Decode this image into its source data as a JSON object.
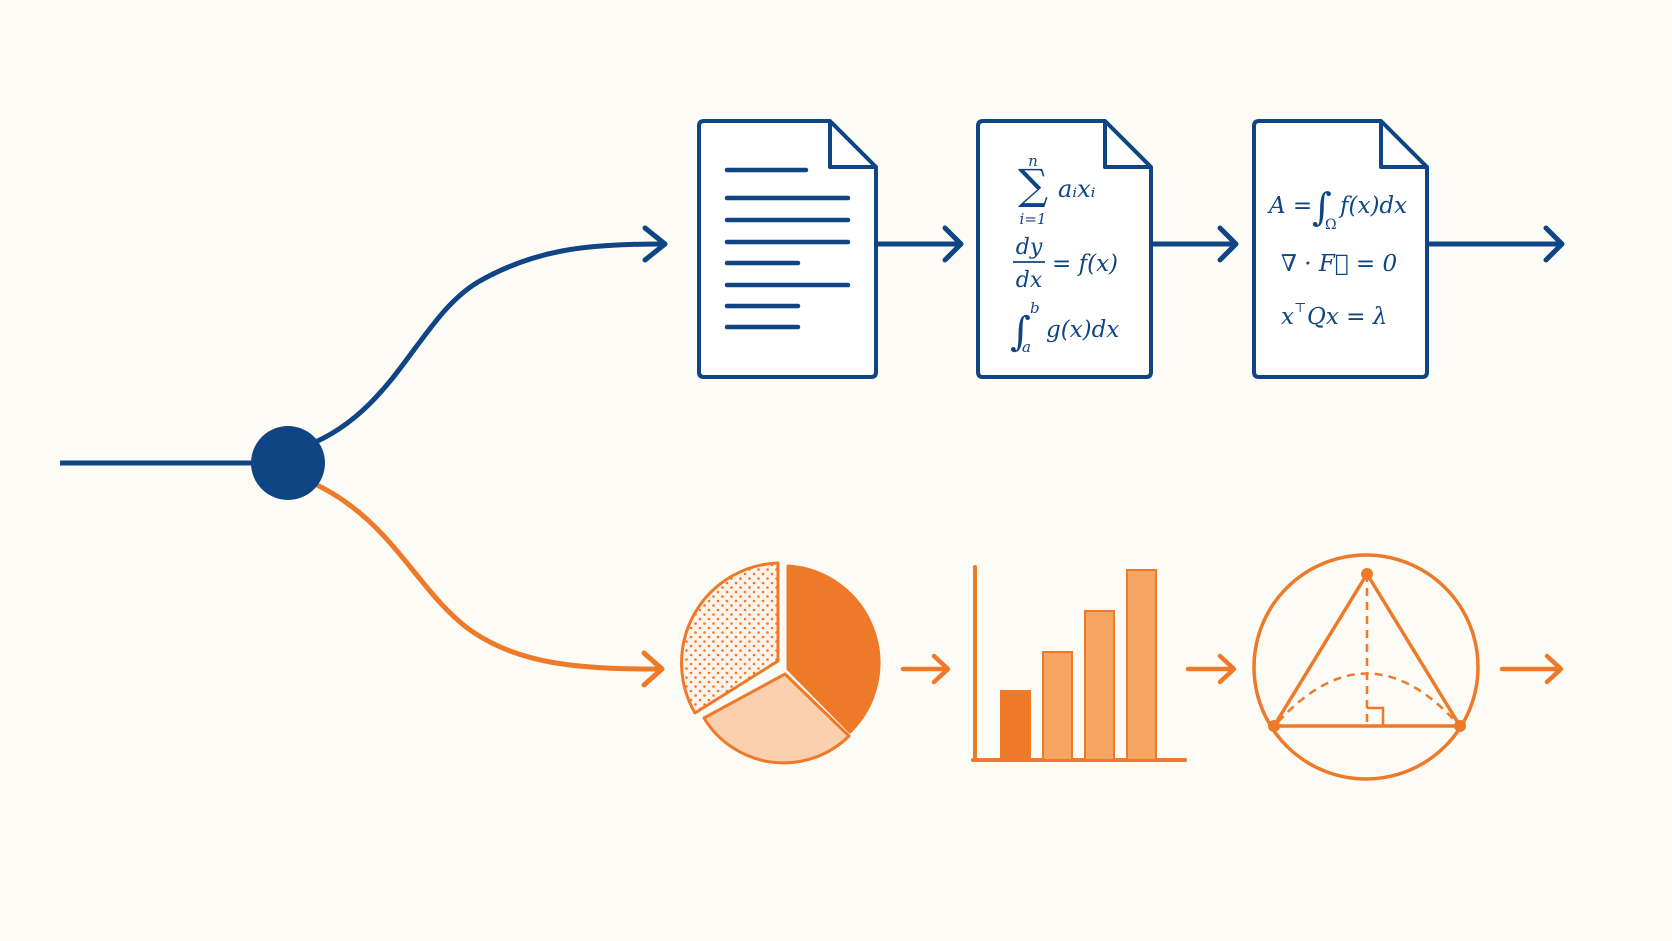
{
  "colors": {
    "background": "#fdfbf6",
    "text_branch": "#0f4584",
    "visual_branch": "#ee7a29",
    "visual_light": "#f5a462",
    "visual_pale": "#fbd0ae"
  },
  "flow": {
    "split_node_icon": "branch-node",
    "text_branch_steps": [
      "text-document-icon",
      "equation-document-icon",
      "formula-document-icon"
    ],
    "visual_branch_steps": [
      "pie-chart-icon",
      "bar-chart-icon",
      "geometry-figure-icon"
    ]
  },
  "doc2": {
    "sum_upper": "n",
    "sum_symbol": "∑",
    "sum_lower": "i=1",
    "sum_term": "aᵢxᵢ",
    "deriv_num": "dy",
    "deriv_den": "dx",
    "deriv_rhs": "= f(x)",
    "int_symbol": "∫",
    "int_upper": "b",
    "int_lower": "a",
    "int_body": "g(x)dx"
  },
  "doc3": {
    "area_lhs": "A =",
    "area_int": "∫",
    "area_sub": "Ω",
    "area_body": "f(x)dx",
    "div_eq": "∇ · F⃗ = 0",
    "quad_x": "x",
    "quad_sup": "⊤",
    "quad_rest": "Qx = λ"
  }
}
